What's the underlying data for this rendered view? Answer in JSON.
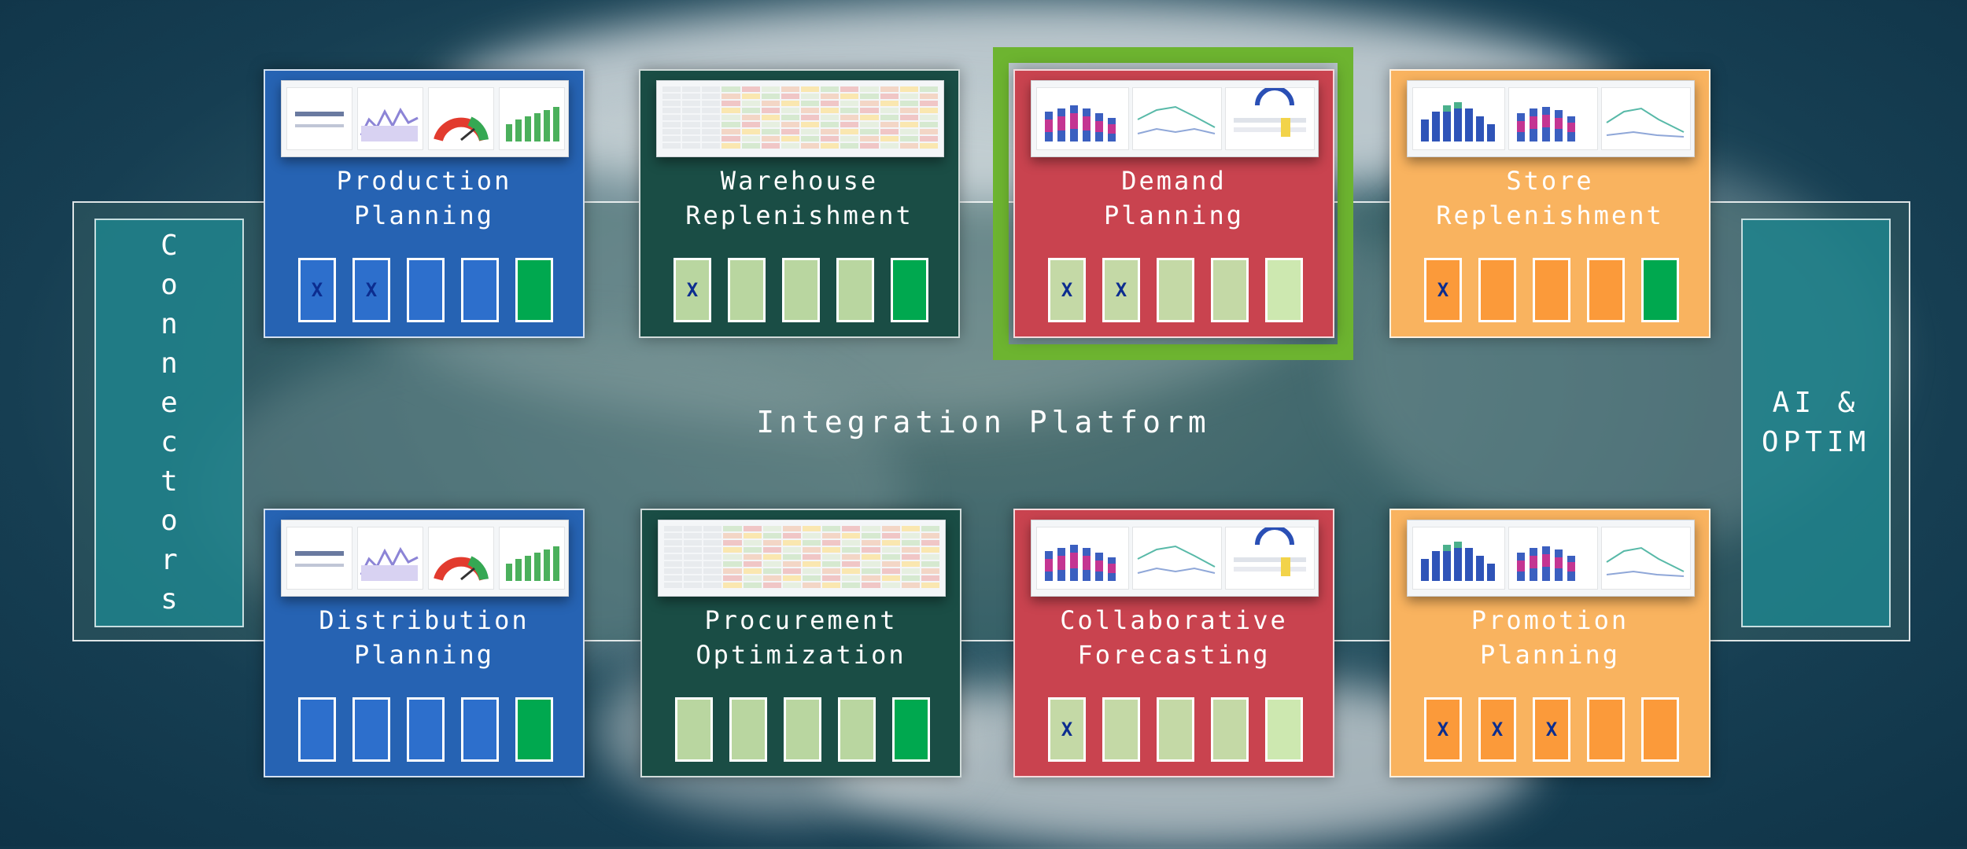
{
  "platform": {
    "label": "Integration Platform"
  },
  "sides": [
    {
      "id": "connectors",
      "label": "Connectors"
    },
    {
      "id": "ai",
      "label": "AI &\nOPTIM"
    }
  ],
  "colors": {
    "blue": "#2663b3",
    "dkgreen": "#1a4d45",
    "red": "#c9434f",
    "orange": "#f9b35f",
    "highlight": "#6db430",
    "statusGreen": "#00a84f"
  },
  "modules": [
    {
      "id": "production-planning",
      "title": "Production\nPlanning",
      "color": "blue",
      "thumb": "dashboard",
      "boxes": [
        {
          "fill": "#2d6fcc",
          "mark": "X"
        },
        {
          "fill": "#2d6fcc",
          "mark": "X"
        },
        {
          "fill": "#2d6fcc",
          "mark": ""
        },
        {
          "fill": "#2d6fcc",
          "mark": ""
        },
        {
          "fill": "#00a84f",
          "mark": ""
        }
      ]
    },
    {
      "id": "warehouse-replenishment",
      "title": "Warehouse\nReplenishment",
      "color": "dkgreen",
      "thumb": "table",
      "boxes": [
        {
          "fill": "#b9d6a0",
          "mark": "X"
        },
        {
          "fill": "#b9d6a0",
          "mark": ""
        },
        {
          "fill": "#b9d6a0",
          "mark": ""
        },
        {
          "fill": "#b9d6a0",
          "mark": ""
        },
        {
          "fill": "#00a84f",
          "mark": ""
        }
      ]
    },
    {
      "id": "demand-planning",
      "title": "Demand\nPlanning",
      "color": "red",
      "thumb": "charts",
      "highlighted": true,
      "boxes": [
        {
          "fill": "#c4d9a6",
          "mark": "X"
        },
        {
          "fill": "#c4d9a6",
          "mark": "X"
        },
        {
          "fill": "#c4d9a6",
          "mark": ""
        },
        {
          "fill": "#c4d9a6",
          "mark": ""
        },
        {
          "fill": "#cde8b0",
          "mark": ""
        }
      ]
    },
    {
      "id": "store-replenishment",
      "title": "Store\nReplenishment",
      "color": "orange",
      "thumb": "bars",
      "boxes": [
        {
          "fill": "#fb9a3a",
          "mark": "X"
        },
        {
          "fill": "#fb9a3a",
          "mark": ""
        },
        {
          "fill": "#fb9a3a",
          "mark": ""
        },
        {
          "fill": "#fb9a3a",
          "mark": ""
        },
        {
          "fill": "#00a84f",
          "mark": ""
        }
      ]
    },
    {
      "id": "distribution-planning",
      "title": "Distribution\nPlanning",
      "color": "blue",
      "thumb": "dashboard",
      "boxes": [
        {
          "fill": "#2d6fcc",
          "mark": ""
        },
        {
          "fill": "#2d6fcc",
          "mark": ""
        },
        {
          "fill": "#2d6fcc",
          "mark": ""
        },
        {
          "fill": "#2d6fcc",
          "mark": ""
        },
        {
          "fill": "#00a84f",
          "mark": ""
        }
      ]
    },
    {
      "id": "procurement-optimization",
      "title": "Procurement\nOptimization",
      "color": "dkgreen",
      "thumb": "table",
      "boxes": [
        {
          "fill": "#b9d6a0",
          "mark": ""
        },
        {
          "fill": "#b9d6a0",
          "mark": ""
        },
        {
          "fill": "#b9d6a0",
          "mark": ""
        },
        {
          "fill": "#b9d6a0",
          "mark": ""
        },
        {
          "fill": "#00a84f",
          "mark": ""
        }
      ]
    },
    {
      "id": "collaborative-forecasting",
      "title": "Collaborative\nForecasting",
      "color": "red",
      "thumb": "charts",
      "boxes": [
        {
          "fill": "#c4d9a6",
          "mark": "X"
        },
        {
          "fill": "#c4d9a6",
          "mark": ""
        },
        {
          "fill": "#c4d9a6",
          "mark": ""
        },
        {
          "fill": "#c4d9a6",
          "mark": ""
        },
        {
          "fill": "#cde8b0",
          "mark": ""
        }
      ]
    },
    {
      "id": "promotion-planning",
      "title": "Promotion\nPlanning",
      "color": "orange",
      "thumb": "bars",
      "boxes": [
        {
          "fill": "#fb9a3a",
          "mark": "X"
        },
        {
          "fill": "#fb9a3a",
          "mark": "X"
        },
        {
          "fill": "#fb9a3a",
          "mark": "X"
        },
        {
          "fill": "#fb9a3a",
          "mark": ""
        },
        {
          "fill": "#fb9a3a",
          "mark": ""
        }
      ]
    }
  ]
}
